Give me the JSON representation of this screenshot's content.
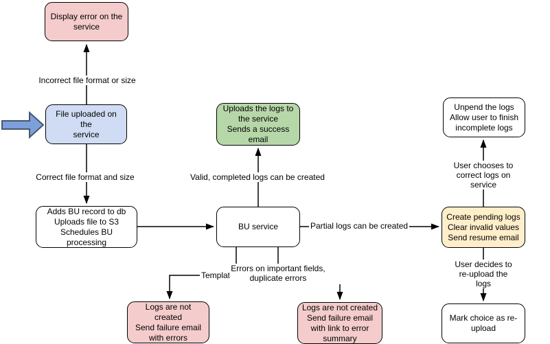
{
  "diagram": {
    "type": "flowchart",
    "colors": {
      "edge": "#000000",
      "node_border": "#000000",
      "pink": "#f4cccc",
      "blue": "#cfdcf3",
      "green": "#b6d7a8",
      "yellow": "#ffeeca",
      "white": "#ffffff",
      "pointer_fill": "#7d9fdb",
      "pointer_stroke": "#45586c"
    },
    "nodes": {
      "display_error": {
        "label": "Display error on the\nservice",
        "fill": "#f4cccc"
      },
      "file_uploaded": {
        "label": "File uploaded on the\nservice",
        "fill": "#cfdcf3"
      },
      "adds_bu_record": {
        "label": "Adds BU record to db\nUploads file to S3\nSchedules BU processing",
        "fill": "#ffffff"
      },
      "upload_success": {
        "label": "Uploads the logs to\nthe service\nSends a success\nemail",
        "fill": "#b6d7a8"
      },
      "bu_service": {
        "label": "BU service",
        "fill": "#ffffff"
      },
      "create_pending": {
        "label": "Create pending logs\nClear invalid values\nSend resume email",
        "fill": "#ffeeca"
      },
      "unpend_logs": {
        "label": "Unpend the logs\nAllow user to finish\nincomplete logs",
        "fill": "#ffffff"
      },
      "mark_reupload": {
        "label": "Mark choice as re-\nupload",
        "fill": "#ffffff"
      },
      "failure_errors": {
        "label": "Logs are not created\nSend failure email\nwith errors",
        "fill": "#f4cccc"
      },
      "failure_summary": {
        "label": "Logs are not created\nSend failure email\nwith link to error\nsummary",
        "fill": "#f4cccc"
      }
    },
    "edge_labels": {
      "incorrect_format": "Incorrect file format or size",
      "correct_format": "Correct file format and size",
      "valid_logs": "Valid, completed logs can be created",
      "partial_logs": "Partial logs can be created",
      "template_errors": "Template errors",
      "important_field_errors": "Errors on important fields,\nduplicate errors",
      "correct_on_service": "User chooses to correct logs on service",
      "reupload": "User decides to re-upload the logs"
    }
  }
}
